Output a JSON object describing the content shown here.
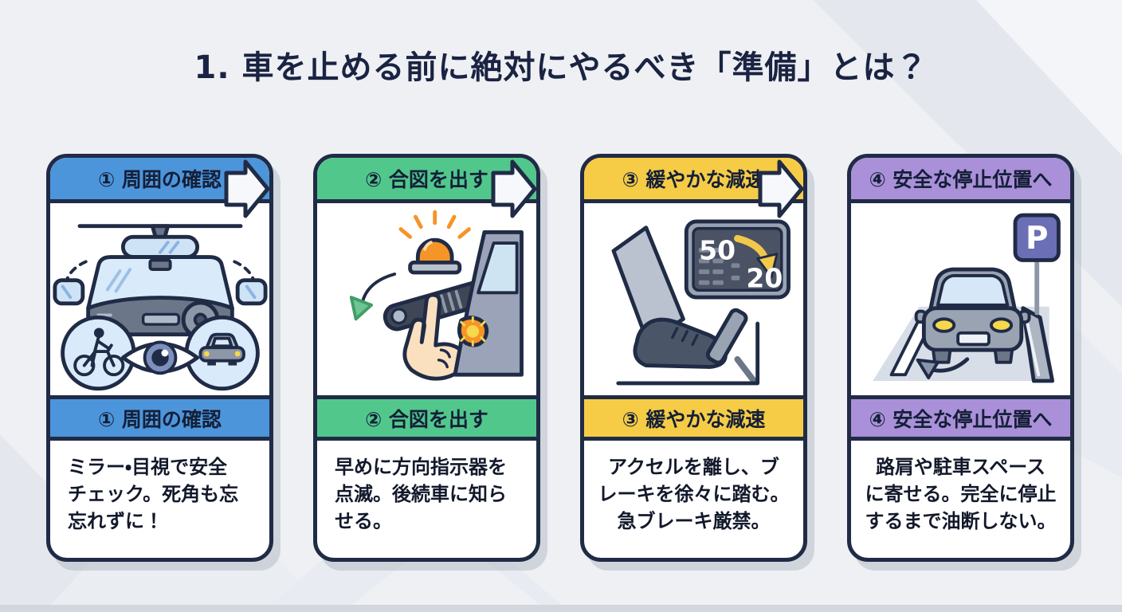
{
  "page": {
    "title": "1. 車を止める前に絶対にやるべき「準備」とは？",
    "background_color": "#eef0f4",
    "outline_color": "#202b46"
  },
  "flow": {
    "connector_icon": "right-arrow-icon",
    "connector_count": 3
  },
  "steps": [
    {
      "header": "① 周囲の確認",
      "description": "ミラー・目視で安全\nチェック。死角も忘\n忘れずに！",
      "color": "#4d95da",
      "icon": "car-interior-mirrors-eye-icon"
    },
    {
      "header": "② 合図を出す",
      "description": "早めに方向指示器を\n点滅。後続車に知ら\nせる。",
      "color": "#52c78c",
      "icon": "turn-signal-lever-icon"
    },
    {
      "header": "③ 緩やかな減速",
      "description": "アクセルを離し、ブ\nレーキを徐々に踏む。\n急ブレーキ厳禁。",
      "color": "#f6cc46",
      "icon": "brake-pedal-speed-display-icon",
      "speed_display": {
        "from": "50",
        "to": "20"
      }
    },
    {
      "header": "④ 安全な停止位置へ",
      "description": "路肩や駐車スペース\nに寄せる。完全に停止\nするまで油断しない。",
      "color": "#aa90d8",
      "icon": "car-at-parking-spot-icon",
      "parking_sign_label": "P"
    }
  ]
}
